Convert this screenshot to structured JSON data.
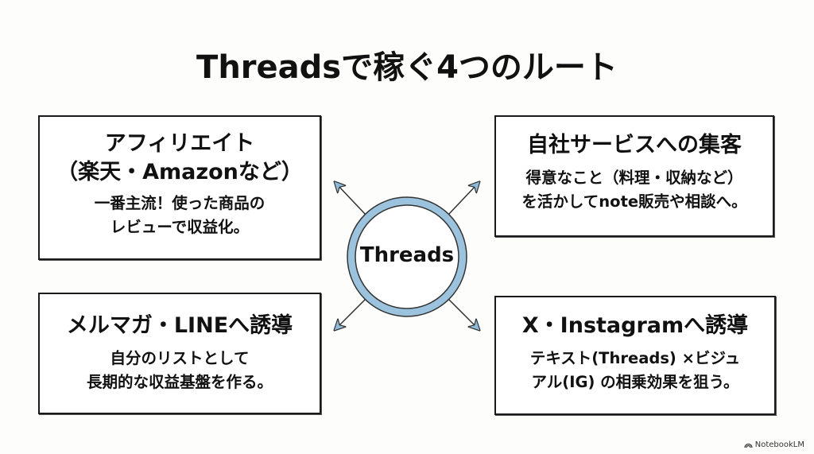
{
  "title": "Threadsで稼ぐ4つのルート",
  "center": {
    "label": "Threads",
    "color": "#9cc3de"
  },
  "routes": [
    {
      "heading": "アフィリエイト",
      "subheading": "（楽天・Amazonなど）",
      "lines": [
        "一番主流！使った商品の",
        "レビューで収益化。"
      ]
    },
    {
      "heading": "自社サービスへの集客",
      "lines": [
        "得意なこと（料理・収納など）",
        "を活かしてnote販売や相談へ。"
      ]
    },
    {
      "heading": "メルマガ・LINEへ誘導",
      "lines": [
        "自分のリストとして",
        "長期的な収益基盤を作る。"
      ]
    },
    {
      "heading": "X・Instagramへ誘導",
      "lines": [
        "テキスト(Threads) ×ビジュ",
        "アル(IG) の相乗効果を狙う。"
      ]
    }
  ],
  "watermark": "NotebookLM"
}
